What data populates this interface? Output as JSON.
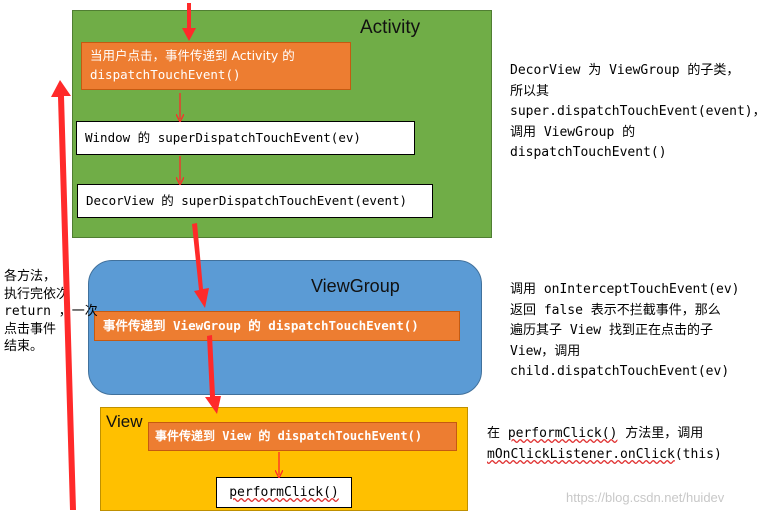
{
  "activity": {
    "title": "Activity",
    "step_line1": "当用户点击，事件传递到 Activity 的",
    "step_line2": "dispatchTouchEvent()",
    "window_step": "Window 的 superDispatchTouchEvent(ev)",
    "decor_step": "DecorView 的 superDispatchTouchEvent(event)"
  },
  "viewgroup": {
    "title": "ViewGroup",
    "step": "事件传递到 ViewGroup 的 dispatchTouchEvent()"
  },
  "view": {
    "title": "View",
    "step": "事件传递到 View 的 dispatchTouchEvent()",
    "perform": "performClick()"
  },
  "notes": {
    "decor": [
      "DecorView 为 ViewGroup 的子类，",
      "所以其",
      "super.dispatchTouchEvent(event)，",
      "调用 ViewGroup 的",
      "dispatchTouchEvent()"
    ],
    "intercept": [
      "调用 onInterceptTouchEvent(ev)",
      "返回 false 表示不拦截事件，那么",
      "遍历其子 View 找到正在点击的子",
      "View，调用",
      "child.dispatchTouchEvent(ev)"
    ],
    "perform_prefix": "在 ",
    "perform_method": "performClick()",
    "perform_mid": " 方法里，调用",
    "perform_listener": "mOnClickListener.onClick",
    "perform_suffix": "(this)",
    "left": [
      "各方法，",
      "执行完依次",
      "return ，一次",
      "点击事件",
      "结束。"
    ]
  },
  "watermark": "https://blog.csdn.net/huidev",
  "colors": {
    "activity_green": "#70ad47",
    "viewgroup_blue": "#5b9bd5",
    "view_yellow": "#ffc000",
    "step_orange": "#ed7d31",
    "arrow_red": "#ff2a2a"
  }
}
